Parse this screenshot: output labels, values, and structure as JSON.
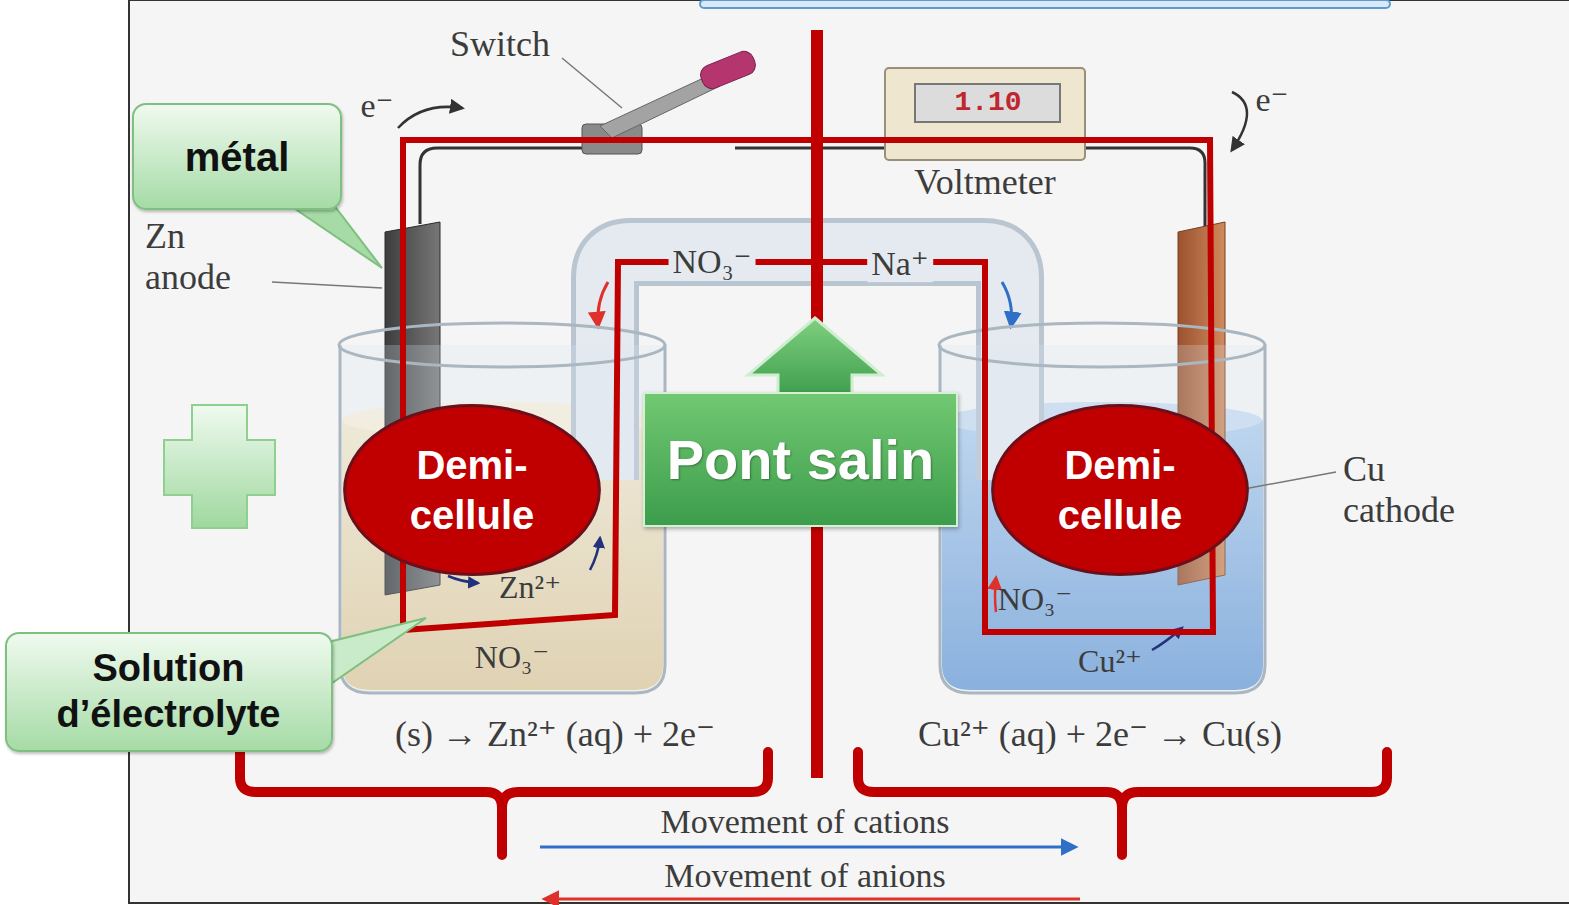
{
  "diagram": {
    "nodes": [
      {
        "text": [
          "métal"
        ]
      },
      {
        "text": [
          "Demi-cellule"
        ]
      },
      {
        "text": [
          "Pont salin"
        ]
      },
      {
        "text": [
          "Demi-cellule"
        ]
      },
      {
        "text": [
          "Solution d’électrolyte"
        ]
      }
    ],
    "labels": [
      "Switch",
      "e⁻",
      "e⁻",
      "1.10",
      "Voltmeter",
      "Zn anode",
      "NO₃⁻",
      "Na⁺",
      "Cu cathode",
      "Zn²⁺",
      "NO₃⁻",
      "NO₃⁻",
      "Cu²⁺",
      "(s) → Zn²⁺ (aq) + 2e⁻",
      "Cu²⁺ (aq) + 2e⁻ → Cu(s)",
      "Movement of cations",
      "Movement of anions"
    ]
  }
}
